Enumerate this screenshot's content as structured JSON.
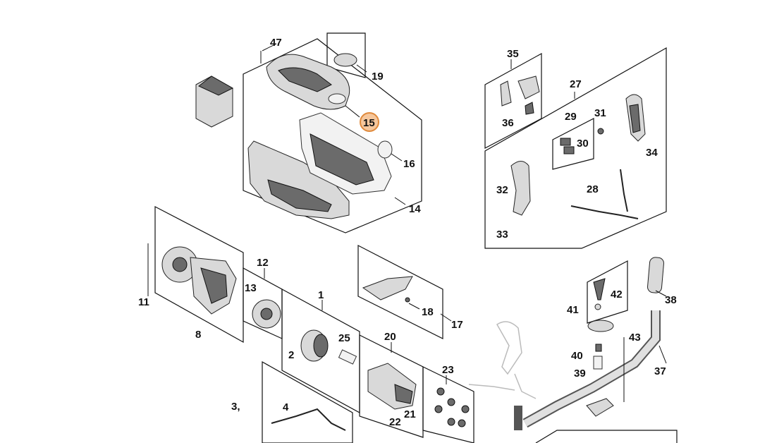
{
  "labels": {
    "l1": "1",
    "l2": "2",
    "l3": "3,",
    "l4": "4",
    "l8": "8",
    "l11": "11",
    "l12": "12",
    "l13": "13",
    "l14": "14",
    "l15": "15",
    "l16": "16",
    "l17": "17",
    "l18": "18",
    "l19": "19",
    "l20": "20",
    "l21": "21",
    "l22": "22",
    "l23": "23",
    "l25": "25",
    "l27": "27",
    "l28": "28",
    "l29": "29",
    "l30": "30",
    "l31": "31",
    "l32": "32",
    "l33": "33",
    "l34": "34",
    "l35": "35",
    "l36": "36",
    "l37": "37",
    "l38": "38",
    "l39": "39",
    "l40": "40",
    "l41": "41",
    "l42": "42",
    "l43": "43",
    "l47": "47"
  },
  "highlight": {
    "part": "15",
    "color": "#f6c79c",
    "stroke": "#e08a3c"
  }
}
